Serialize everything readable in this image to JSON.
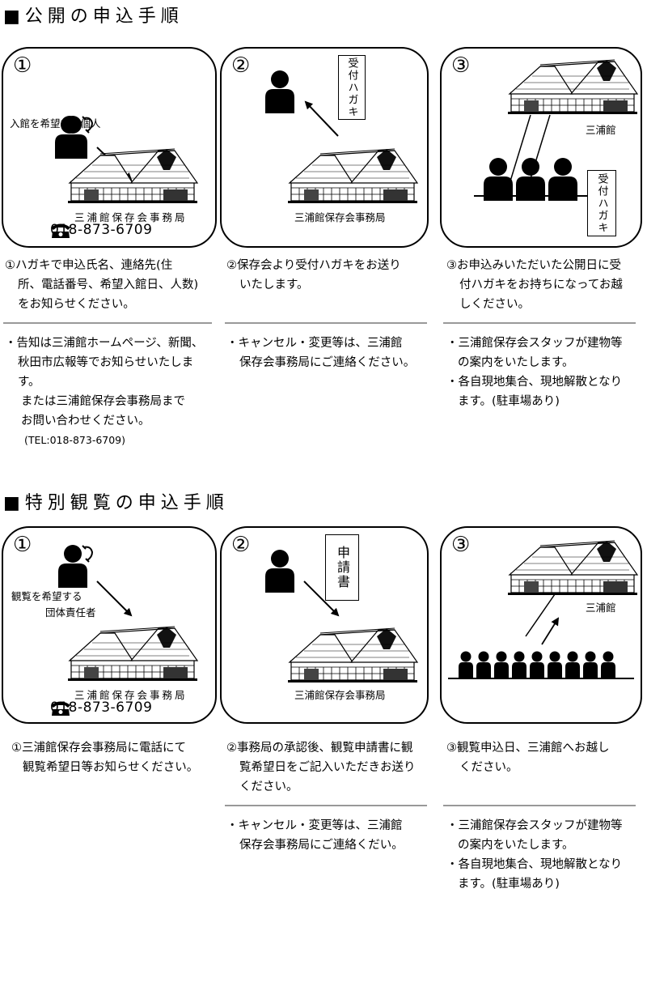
{
  "public": {
    "title": "■公開の申込手順",
    "panels": [
      {
        "num": "①",
        "label": "入館を希望する個人",
        "office": "三浦館保存会事務局",
        "phone": "018-873-6709"
      },
      {
        "num": "②",
        "slip": "受付ハガキ",
        "office": "三浦館保存会事務局"
      },
      {
        "num": "③",
        "building": "三浦館",
        "slip": "受付ハガキ"
      }
    ],
    "steps": [
      {
        "lines": [
          "①ハガキで申込氏名、連絡先(住",
          "所、電話番号、希望入館日、人数)",
          "をお知らせください。"
        ]
      },
      {
        "lines": [
          "②保存会より受付ハガキをお送り",
          "いたします。"
        ]
      },
      {
        "lines": [
          "③お申込みいただいた公開日に受",
          "付ハガキをお持ちになってお越",
          "しください。"
        ]
      }
    ],
    "notes": [
      {
        "lines": [
          "・告知は三浦館ホームページ、新聞、",
          "秋田市広報等でお知らせいたしま",
          "す。",
          "または三浦館保存会事務局まで",
          "お問い合わせください。"
        ],
        "tel": "(TEL:018-873-6709)"
      },
      {
        "lines": [
          "・キャンセル・変更等は、三浦館",
          "保存会事務局にご連絡ください。"
        ]
      },
      {
        "lines": [
          "・三浦館保存会スタッフが建物等",
          "の案内をいたします。",
          "・各自現地集合、現地解散となり",
          "ます。(駐車場あり)"
        ]
      }
    ]
  },
  "special": {
    "title": "■特別観覧の申込手順",
    "panels": [
      {
        "num": "①",
        "label1": "観覧を希望する",
        "label2": "団体責任者",
        "office": "三浦館保存会事務局",
        "phone": "018-873-6709"
      },
      {
        "num": "②",
        "slip": "申請書",
        "office": "三浦館保存会事務局"
      },
      {
        "num": "③",
        "building": "三浦館"
      }
    ],
    "steps": [
      {
        "lines": [
          "①三浦館保存会事務局に電話にて",
          "観覧希望日等お知らせください。"
        ]
      },
      {
        "lines": [
          "②事務局の承認後、観覧申請書に観",
          "覧希望日をご記入いただきお送り",
          "ください。"
        ]
      },
      {
        "lines": [
          "③観覧申込日、三浦館へお越し",
          "ください。"
        ]
      }
    ],
    "notes": [
      {
        "lines": []
      },
      {
        "lines": [
          "・キャンセル・変更等は、三浦館",
          "保存会事務局にご連絡くだい。"
        ]
      },
      {
        "lines": [
          "・三浦館保存会スタッフが建物等",
          "の案内をいたします。",
          "・各自現地集合、現地解散となり",
          "ます。(駐車場あり)"
        ]
      }
    ]
  }
}
